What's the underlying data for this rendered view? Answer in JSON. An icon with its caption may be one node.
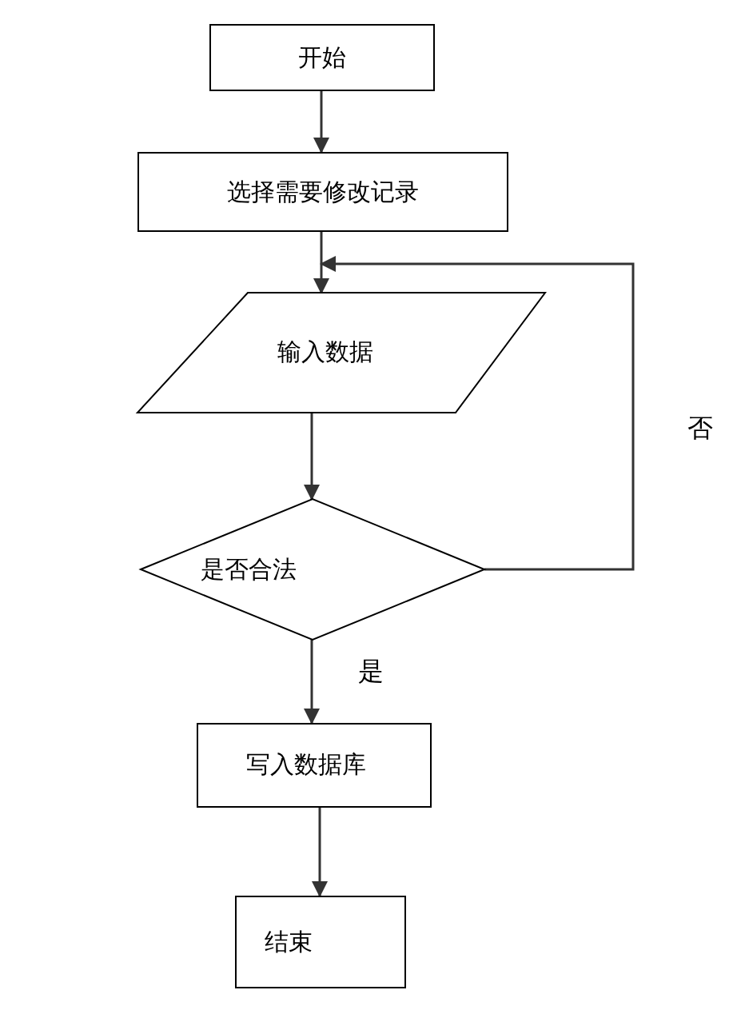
{
  "diagram": {
    "nodes": [
      {
        "text": [
          "开始"
        ]
      },
      {
        "text": [
          "选择需要修改记录"
        ]
      },
      {
        "text": [
          "输入数据"
        ]
      },
      {
        "text": [
          "是否合法"
        ]
      },
      {
        "text": [
          "写入数据库"
        ]
      },
      {
        "text": [
          "结束"
        ]
      }
    ],
    "edges": [
      {
        "from": 0,
        "to": 1,
        "arrow": "to"
      },
      {
        "from": 1,
        "to": 2,
        "arrow": "to"
      },
      {
        "from": 2,
        "to": 3,
        "arrow": "to"
      },
      {
        "from": 3,
        "to": 2,
        "arrow": "to",
        "label": "否"
      },
      {
        "from": 3,
        "to": 4,
        "arrow": "to",
        "label": "是"
      },
      {
        "from": 4,
        "to": 5,
        "arrow": "to"
      }
    ]
  }
}
